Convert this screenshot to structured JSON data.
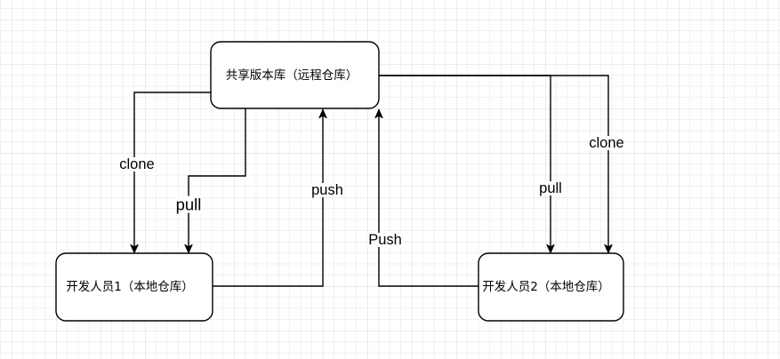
{
  "diagram": {
    "nodes": {
      "remote": {
        "label": "共享版本库（远程仓库）"
      },
      "dev1": {
        "label": "开发人员1（本地仓库）"
      },
      "dev2": {
        "label": "开发人员2（本地仓库）"
      }
    },
    "edges": [
      {
        "label": "clone",
        "from": "remote",
        "to": "dev1"
      },
      {
        "label": "pull",
        "from": "remote",
        "to": "dev1"
      },
      {
        "label": "push",
        "from": "dev1",
        "to": "remote"
      },
      {
        "label": "Push",
        "from": "dev2",
        "to": "remote"
      },
      {
        "label": "pull",
        "from": "remote",
        "to": "dev2"
      },
      {
        "label": "clone",
        "from": "remote",
        "to": "dev2"
      }
    ]
  },
  "colors": {
    "background": "#ffffff",
    "grid_minor": "#f1f1f1",
    "grid_major": "#dadada",
    "stroke": "#000000",
    "node_fill": "#ffffff"
  }
}
